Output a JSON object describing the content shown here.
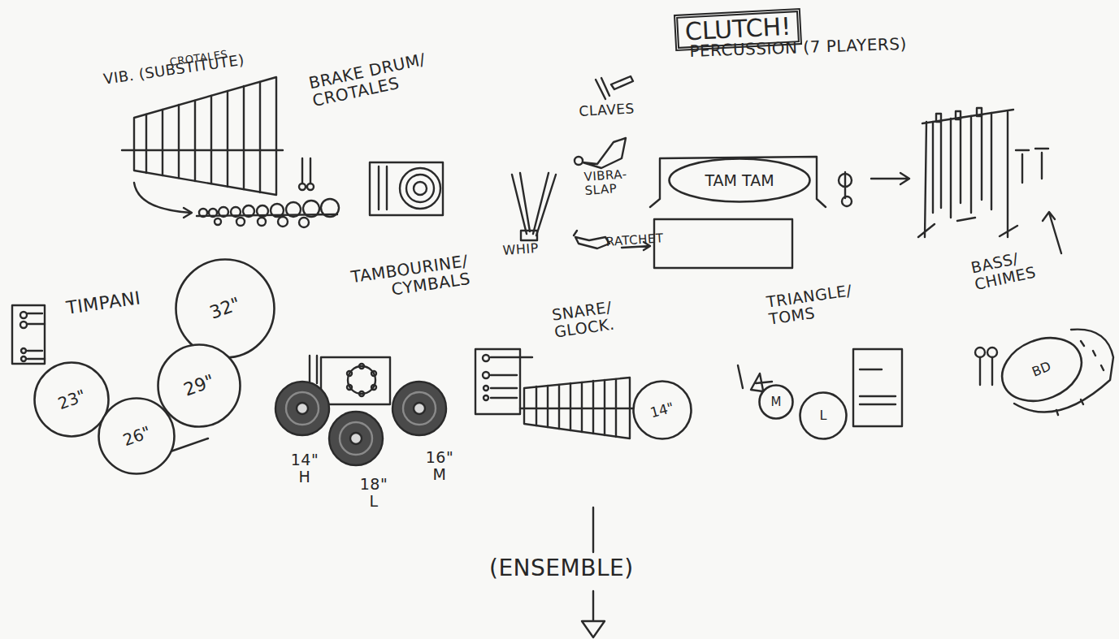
{
  "diagram": {
    "title": "CLUTCH!",
    "nodes": [
      {
        "text": [
          "TAM TAM"
        ]
      },
      {
        "text": [
          "32\""
        ]
      },
      {
        "text": [
          "23\""
        ]
      },
      {
        "text": [
          "26\""
        ]
      },
      {
        "text": [
          "29\""
        ]
      },
      {
        "text": [
          "14\""
        ]
      },
      {
        "text": [
          "M"
        ]
      },
      {
        "text": [
          "L"
        ]
      },
      {
        "text": [
          "BD"
        ]
      }
    ],
    "labels": [
      "PERCUSSION (7 PLAYERS)",
      "CROTALES",
      "VIB. (SUBSTITUTE)",
      "BRAKE DRUM/ CROTALES",
      "CLAVES",
      "VIBRA- SLAP",
      "WHIP",
      "RATCHET",
      "TIMPANI",
      "TAMBOURINE/ CYMBALS",
      "SNARE/ GLOCK.",
      "TRIANGLE/ TOMS",
      "BASS/ CHIMES",
      "14\" H",
      "18\" L",
      "16\" M",
      "(ENSEMBLE)"
    ]
  }
}
